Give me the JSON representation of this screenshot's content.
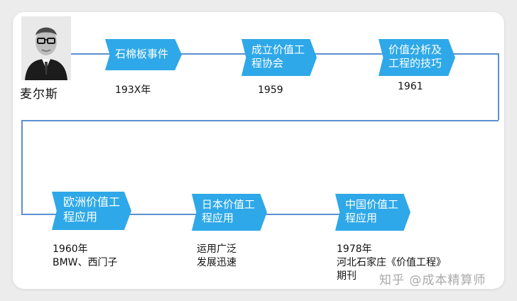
{
  "person": {
    "name": "麦尔斯"
  },
  "steps": [
    {
      "label": "石棉板事件",
      "caption": "193X年"
    },
    {
      "label": "成立价值工程协会",
      "caption": "1959"
    },
    {
      "label": "价值分析及工程的技巧",
      "caption": "1961"
    },
    {
      "label": "欧洲价值工程应用",
      "caption": "1960年\nBMW、西门子"
    },
    {
      "label": "日本价值工程应用",
      "caption": "运用广泛\n发展迅速"
    },
    {
      "label": "中国价值工程应用",
      "caption": "1978年\n河北石家庄《价值工程》期刊"
    }
  ],
  "watermark": "知乎 @成本精算师",
  "colors": {
    "chevron_fill": "#2ea8e8",
    "chevron_edge": "#1b5fa5",
    "connector": "#5b8fd0"
  }
}
